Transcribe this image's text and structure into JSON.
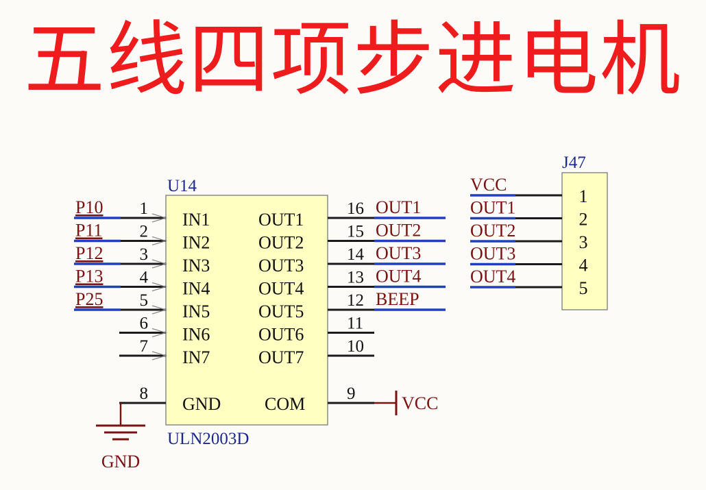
{
  "title": "五线四项步进电机",
  "colors": {
    "title": "#ee1c1c",
    "wire": "#1a1a1a",
    "net_bus": "#1f3fbf",
    "net_label": "#7a1212",
    "component_fill": "#ffffc2",
    "component_border": "#8a8a8a",
    "designator": "#1a2a8c"
  },
  "u14": {
    "designator": "U14",
    "part": "ULN2003D",
    "inputs": [
      {
        "pin": "1",
        "name": "IN1",
        "net": "P10"
      },
      {
        "pin": "2",
        "name": "IN2",
        "net": "P11"
      },
      {
        "pin": "3",
        "name": "IN3",
        "net": "P12"
      },
      {
        "pin": "4",
        "name": "IN4",
        "net": "P13"
      },
      {
        "pin": "5",
        "name": "IN5",
        "net": "P25"
      },
      {
        "pin": "6",
        "name": "IN6",
        "net": ""
      },
      {
        "pin": "7",
        "name": "IN7",
        "net": ""
      }
    ],
    "outputs": [
      {
        "pin": "16",
        "name": "OUT1",
        "net": "OUT1"
      },
      {
        "pin": "15",
        "name": "OUT2",
        "net": "OUT2"
      },
      {
        "pin": "14",
        "name": "OUT3",
        "net": "OUT3"
      },
      {
        "pin": "13",
        "name": "OUT4",
        "net": "OUT4"
      },
      {
        "pin": "12",
        "name": "OUT5",
        "net": "BEEP"
      },
      {
        "pin": "11",
        "name": "OUT6",
        "net": ""
      },
      {
        "pin": "10",
        "name": "OUT7",
        "net": ""
      }
    ],
    "gnd": {
      "pin": "8",
      "name": "GND"
    },
    "com": {
      "pin": "9",
      "name": "COM"
    }
  },
  "power": {
    "gnd_label": "GND",
    "vcc_label": "VCC"
  },
  "j47": {
    "designator": "J47",
    "pins": [
      {
        "pin": "1",
        "net": "VCC"
      },
      {
        "pin": "2",
        "net": "OUT1"
      },
      {
        "pin": "3",
        "net": "OUT2"
      },
      {
        "pin": "4",
        "net": "OUT3"
      },
      {
        "pin": "5",
        "net": "OUT4"
      }
    ]
  }
}
